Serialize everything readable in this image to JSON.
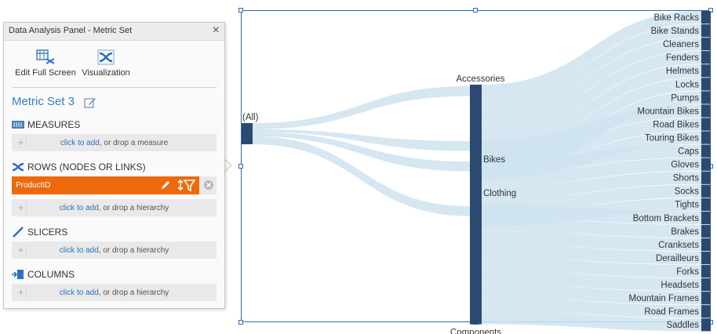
{
  "panel": {
    "title": "Data Analysis Panel - Metric Set",
    "close_glyph": "×",
    "toolbar": [
      {
        "label": "Edit Full Screen",
        "icon": "edit-full-screen-icon"
      },
      {
        "label": "Visualization",
        "icon": "visualization-icon"
      }
    ],
    "metric_set_name": "Metric Set 3",
    "sections": {
      "measures": {
        "label": "MEASURES",
        "icon": "measures-icon",
        "link": "click to add",
        "text": ", or drop a measure"
      },
      "rows": {
        "label": "ROWS (NODES OR LINKS)",
        "icon": "rows-icon",
        "item": "ProductID",
        "link": "click to add",
        "text": ", or drop a hierarchy"
      },
      "slicers": {
        "label": "SLICERS",
        "icon": "slicers-icon",
        "link": "click to add",
        "text": ", or drop a hierarchy"
      },
      "columns": {
        "label": "COLUMNS",
        "icon": "columns-icon",
        "link": "click to add",
        "text": ", or drop a hierarchy"
      }
    }
  },
  "chart_data": {
    "type": "sankey",
    "root": "(All)",
    "categories": [
      {
        "name": "Accessories",
        "subcategories": [
          "Bike Racks",
          "Bike Stands",
          "Cleaners",
          "Fenders",
          "Helmets",
          "Locks",
          "Pumps"
        ]
      },
      {
        "name": "Bikes",
        "subcategories": [
          "Mountain Bikes",
          "Road Bikes",
          "Touring Bikes"
        ]
      },
      {
        "name": "Clothing",
        "subcategories": [
          "Caps",
          "Gloves",
          "Shorts",
          "Socks",
          "Tights"
        ]
      },
      {
        "name": "Components",
        "subcategories": [
          "Bottom Brackets",
          "Brakes",
          "Cranksets",
          "Derailleurs",
          "Forks",
          "Headsets",
          "Mountain Frames",
          "Road Frames",
          "Saddles"
        ]
      }
    ],
    "colors": {
      "node": "#2b4a72",
      "link": "#cfe3f0"
    }
  }
}
